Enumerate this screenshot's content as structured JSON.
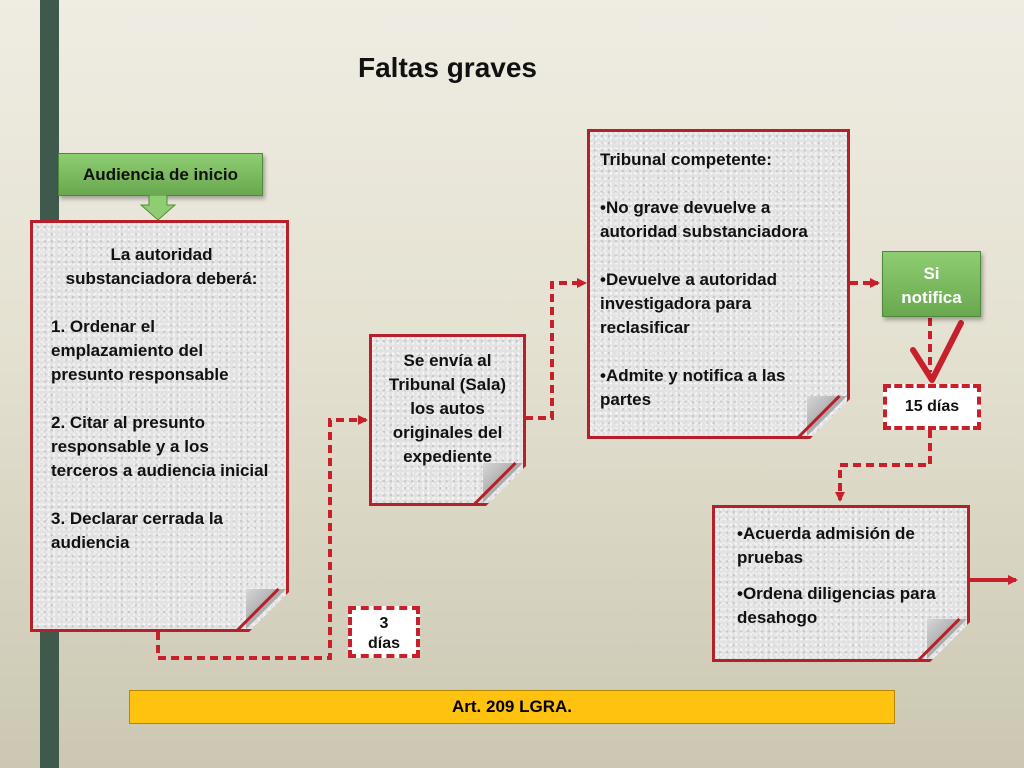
{
  "title": "Faltas graves",
  "audiencia": "Audiencia de inicio",
  "box1": {
    "heading_line1": "La autoridad",
    "heading_line2": "substanciadora deberá:",
    "item1": "1. Ordenar el emplazamiento del presunto responsable",
    "item2": "2. Citar al presunto responsable y a los terceros a audiencia inicial",
    "item3": "3. Declarar cerrada la audiencia"
  },
  "box2": {
    "text": "Se envía al Tribunal (Sala) los autos originales del expediente"
  },
  "box3": {
    "heading": "Tribunal competente:",
    "item1": "•No grave devuelve a autoridad substanciadora",
    "item2": "•Devuelve a autoridad investigadora para reclasificar",
    "item3": "•Admite y notifica a las partes"
  },
  "si_notifica": {
    "line1": "Si",
    "line2": "notifica"
  },
  "dias3": {
    "line1": "3",
    "line2": "días"
  },
  "dias15": "15 días",
  "box4": {
    "item1": "•Acuerda admisión de pruebas",
    "item2": "•Ordena diligencias para desahogo"
  },
  "footer": "Art. 209 LGRA.",
  "colors": {
    "accent_red": "#c8202b",
    "green": "#6aa84f",
    "footer_yellow": "#ffc20e",
    "side_bar": "#3f5a4c"
  }
}
